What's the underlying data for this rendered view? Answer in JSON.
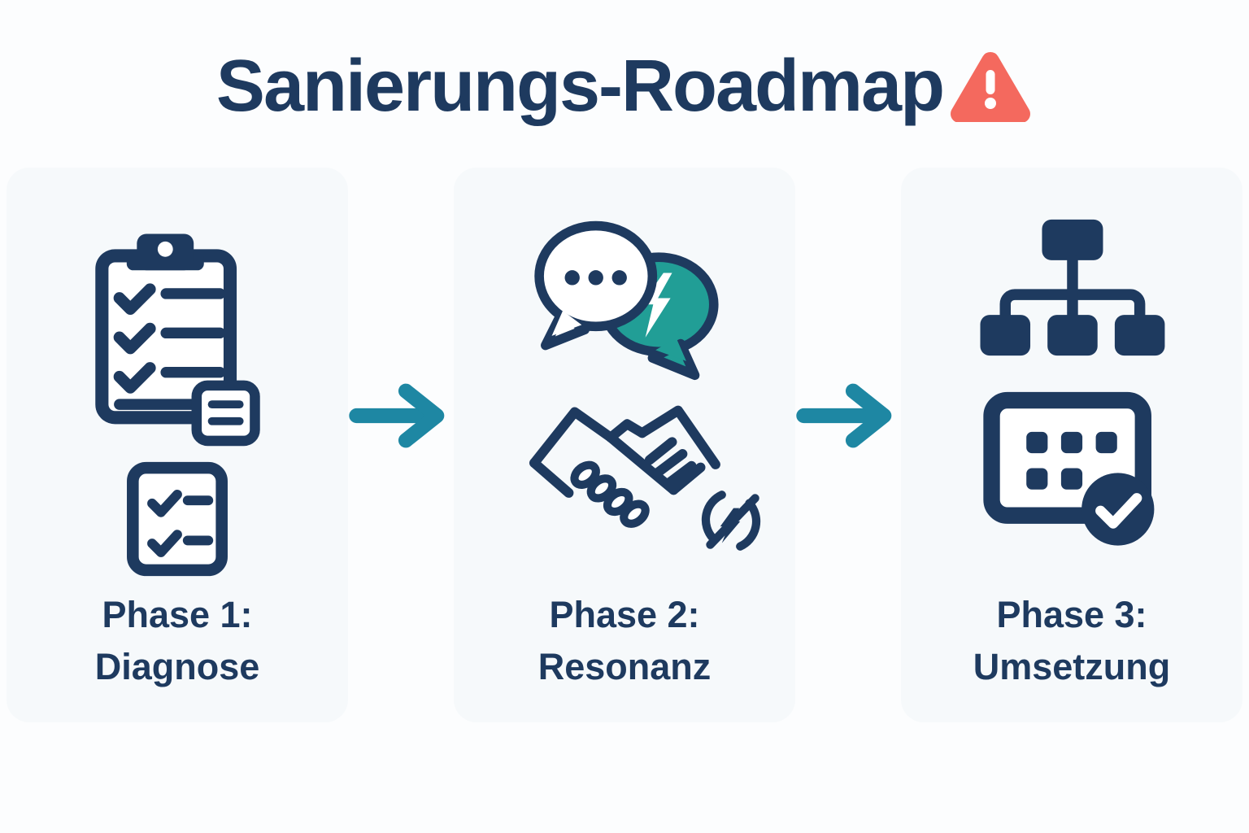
{
  "title": "Sanierungs-Roadmap",
  "header": {
    "warning_icon": "warning-triangle-icon"
  },
  "colors": {
    "navy": "#1e3a5f",
    "teal": "#219e96",
    "arrow_teal": "#1e87a3",
    "warning_red": "#f4695e",
    "panel": "#f6f9fb",
    "background": "#fcfdfe"
  },
  "phases": [
    {
      "label_line1": "Phase 1:",
      "label_line2": "Diagnose",
      "icons": [
        "clipboard-checklist-icon",
        "mini-checklist-icon"
      ]
    },
    {
      "label_line1": "Phase 2:",
      "label_line2": "Resonanz",
      "icons": [
        "chat-bubbles-lightning-icon",
        "handshake-icon",
        "energy-slash-circle-icon"
      ]
    },
    {
      "label_line1": "Phase 3:",
      "label_line2": "Umsetzung",
      "icons": [
        "org-chart-icon",
        "calendar-check-icon"
      ]
    }
  ],
  "arrows": [
    {
      "icon": "arrow-right-icon"
    },
    {
      "icon": "arrow-right-icon"
    }
  ]
}
